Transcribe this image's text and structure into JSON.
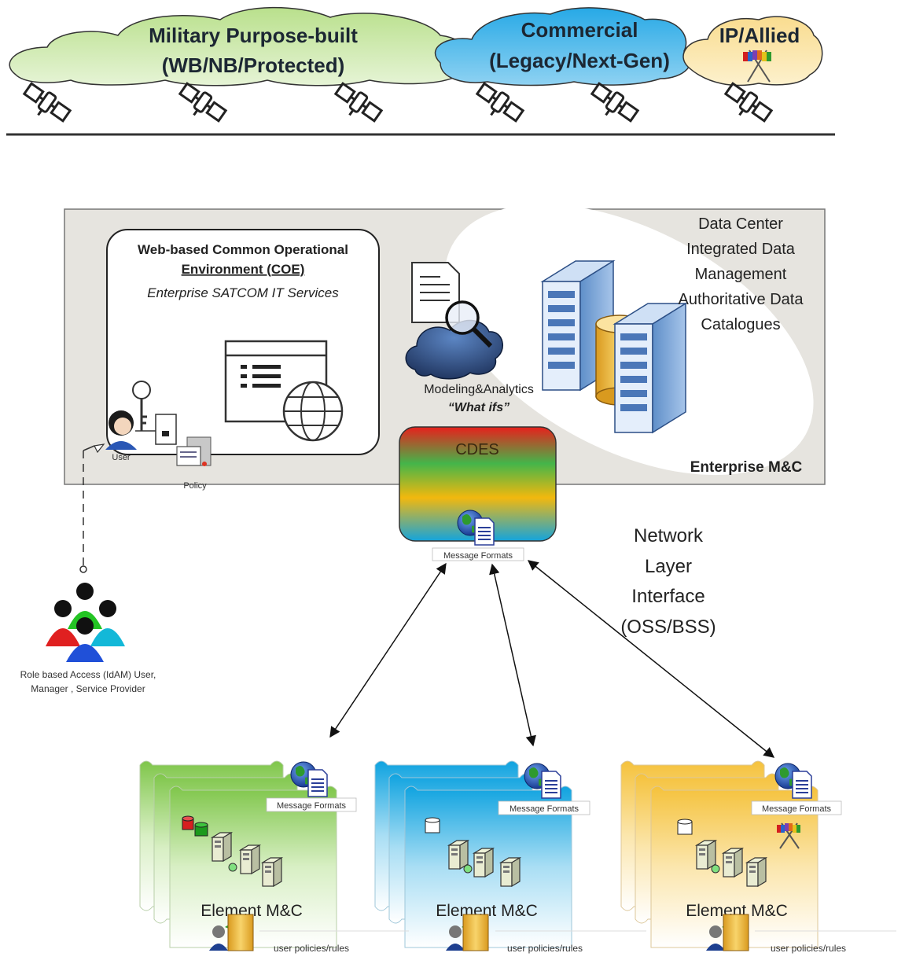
{
  "clouds": {
    "military": {
      "line1": "Military Purpose-built",
      "line2": "(WB/NB/Protected)",
      "color": "#c3e59a"
    },
    "commercial": {
      "line1": "Commercial",
      "line2": "(Legacy/Next-Gen)",
      "color": "#3cb3e8"
    },
    "allied": {
      "line1": "IP/Allied",
      "color": "#fbe5a2"
    }
  },
  "coe": {
    "title_line1": "Web-based Common Operational",
    "title_line2": "Environment (COE)",
    "subtitle": "Enterprise SATCOM  IT Services",
    "user_label": "User",
    "policy_label": "Policy"
  },
  "analytics": {
    "line1": "Modeling&Analytics",
    "line2": "“What ifs”"
  },
  "datacenter": {
    "lines": [
      "Data Center",
      "Integrated Data",
      "Management",
      "Authoritative Data",
      "Catalogues"
    ]
  },
  "enterprise_label": "Enterprise M&C",
  "cdes": {
    "label": "CDES",
    "message_formats": "Message Formats"
  },
  "network_layer": {
    "lines": [
      "Network",
      "Layer",
      "Interface",
      "(OSS/BSS)"
    ]
  },
  "roles": {
    "line1": "Role based Access (IdAM) User,",
    "line2": "Manager , Service Provider"
  },
  "elements": [
    {
      "label": "Element M&C",
      "message_formats": "Message Formats",
      "policies": "user policies/rules",
      "color": "#8fcc55"
    },
    {
      "label": "Element M&C",
      "message_formats": "Message Formats",
      "policies": "user policies/rules",
      "color": "#18a8e0"
    },
    {
      "label": "Element M&C",
      "message_formats": "Message Formats",
      "policies": "user policies/rules",
      "color": "#f5c74a"
    }
  ],
  "icons": [
    "satellite-icon",
    "flags-icon",
    "document-icon",
    "magnifier-icon",
    "server-tower-icon",
    "database-icon",
    "key-icon",
    "user-icon",
    "globe-icon",
    "window-list-icon",
    "policy-scroll-icon",
    "group-users-icon"
  ]
}
